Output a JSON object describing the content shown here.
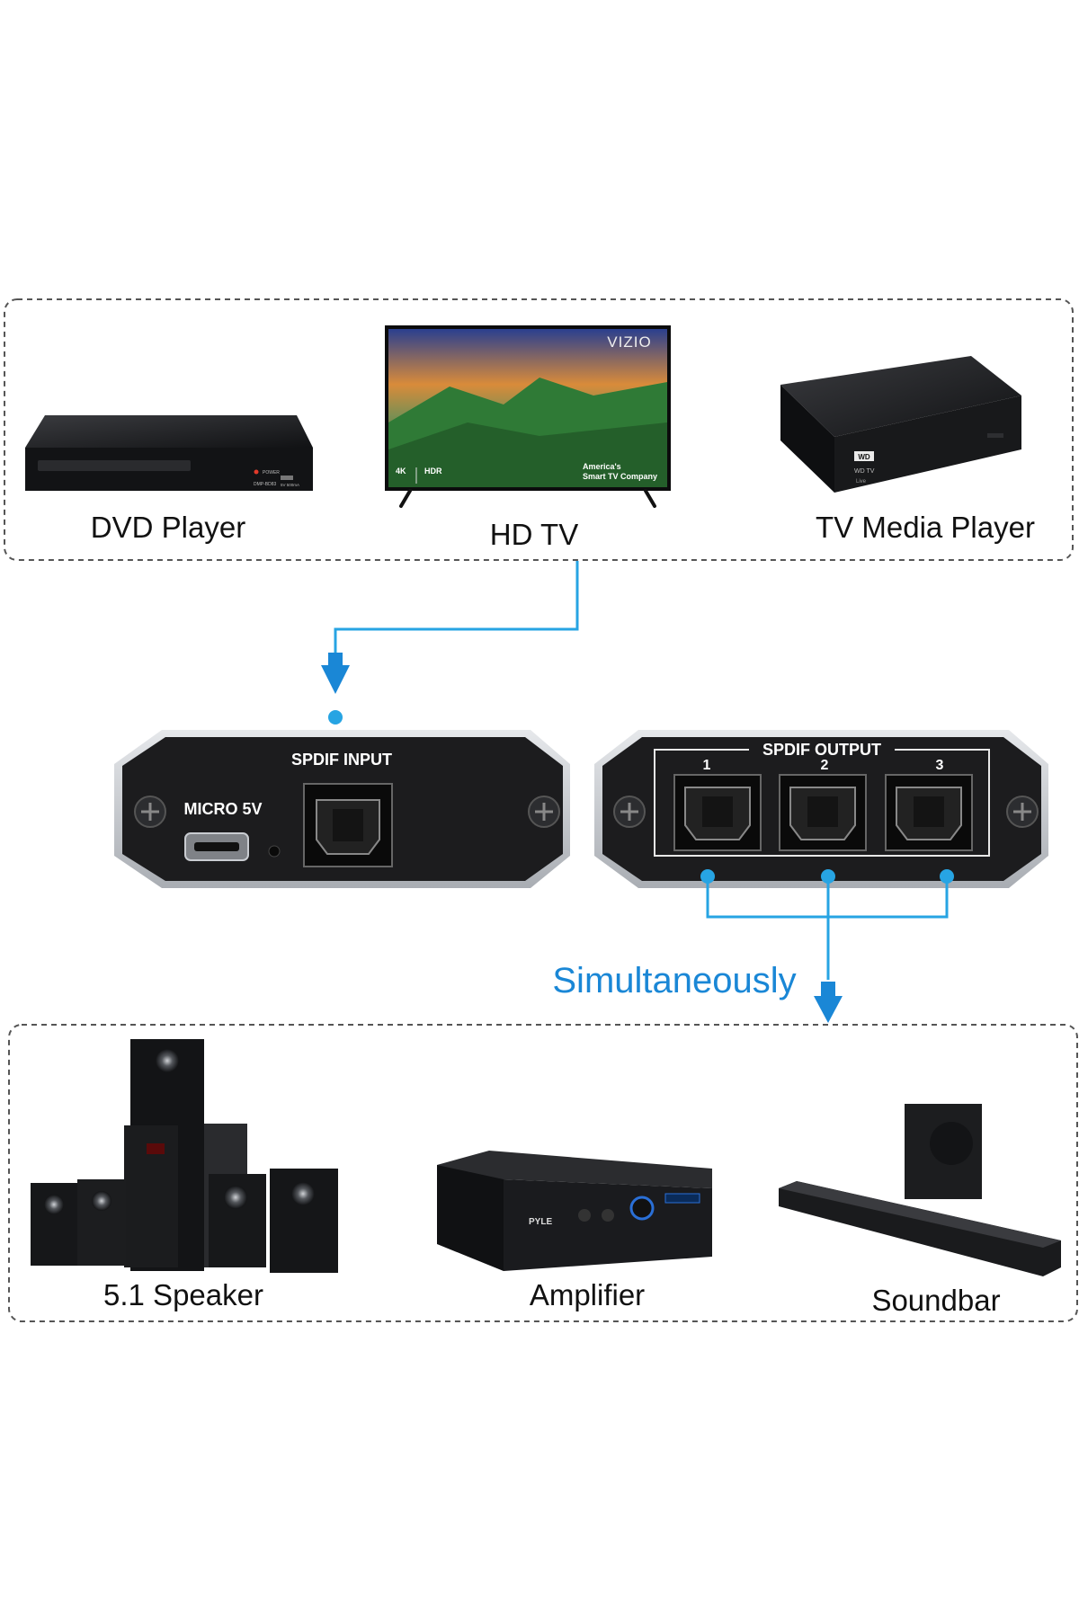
{
  "sources": {
    "dvd_player": {
      "label": "DVD Player",
      "panel_text": [
        "POWER",
        "DMP-BD83",
        "5V 500mA"
      ]
    },
    "hd_tv": {
      "label": "HD TV",
      "brand": "VIZIO",
      "badge_4k": "4K",
      "badge_hdr": "HDR",
      "tagline_1": "America's",
      "tagline_2": "Smart TV Company"
    },
    "tv_media_player": {
      "label": "TV Media Player",
      "brand": "WD",
      "model": "WD TV",
      "model_sub": "Live"
    }
  },
  "splitter": {
    "input_label": "SPDIF INPUT",
    "power_label": "MICRO 5V",
    "output_label": "SPDIF OUTPUT",
    "output_ports": [
      "1",
      "2",
      "3"
    ]
  },
  "caption": "Simultaneously",
  "outputs": {
    "speaker": {
      "label": "5.1 Speaker"
    },
    "amplifier": {
      "label": "Amplifier",
      "brand": "PYLE"
    },
    "soundbar": {
      "label": "Soundbar"
    }
  },
  "colors": {
    "accent": "#1a87d6",
    "connector_line": "#27a4e3",
    "device_body": "#1c1c1e",
    "panel_silver": "#c9ccd1",
    "dashed_border": "#555555",
    "label_text": "#111111"
  }
}
